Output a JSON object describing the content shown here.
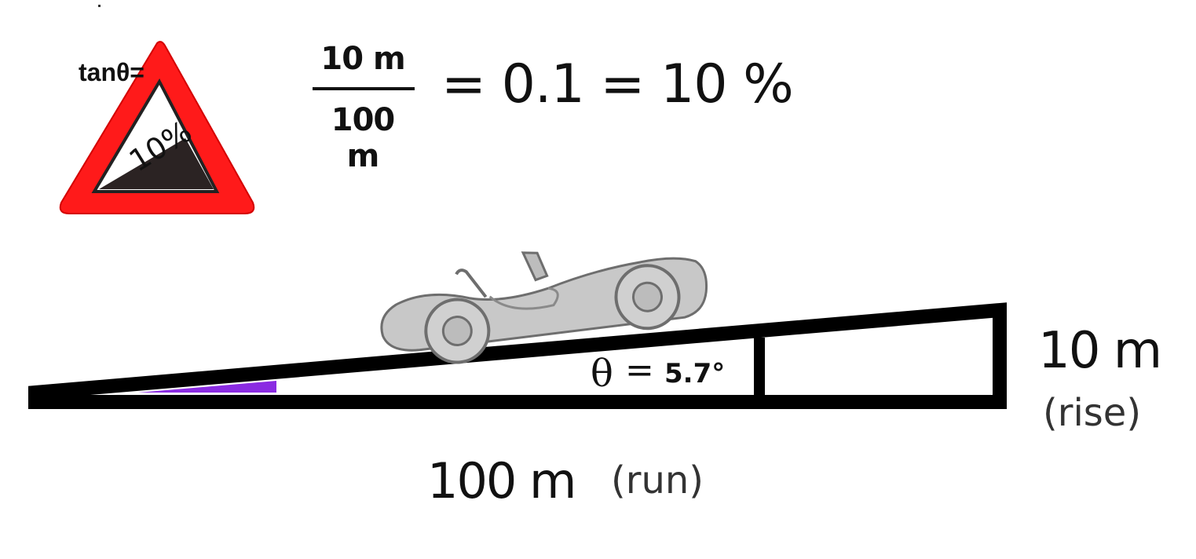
{
  "formula": {
    "lhs": "tanθ=",
    "numerator": "10 m",
    "denominator": "100 m",
    "result": "= 0.1 = 10 %"
  },
  "sign": {
    "label": "10%",
    "border_color": "#ff1a1a",
    "slope_color": "#2b2323"
  },
  "angle": {
    "symbol": "θ",
    "equals": "=",
    "value": "5.7°",
    "highlight_color": "#8a2be2"
  },
  "rise": {
    "value": "10 m",
    "label": "(rise)"
  },
  "run": {
    "value": "100 m",
    "label": "(run)"
  },
  "car": {
    "icon": "car-icon",
    "body_color": "#c8c8c8",
    "outline_color": "#6e6e6e"
  }
}
